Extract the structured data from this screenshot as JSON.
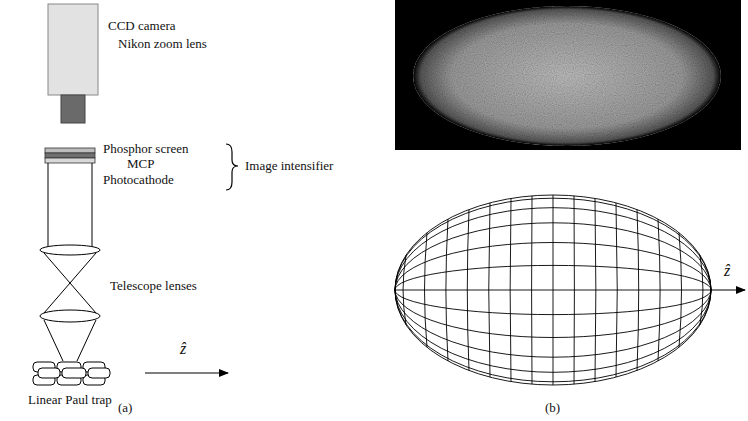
{
  "diagram": {
    "labels": [
      "CCD camera",
      "Nikon zoom lens",
      "Phosphor screen",
      "MCP",
      "Photocathode",
      "Image intensifier",
      "Telescope lenses",
      "Linear Paul trap",
      "ẑ",
      "(a)",
      "ẑ",
      "(b)"
    ]
  }
}
